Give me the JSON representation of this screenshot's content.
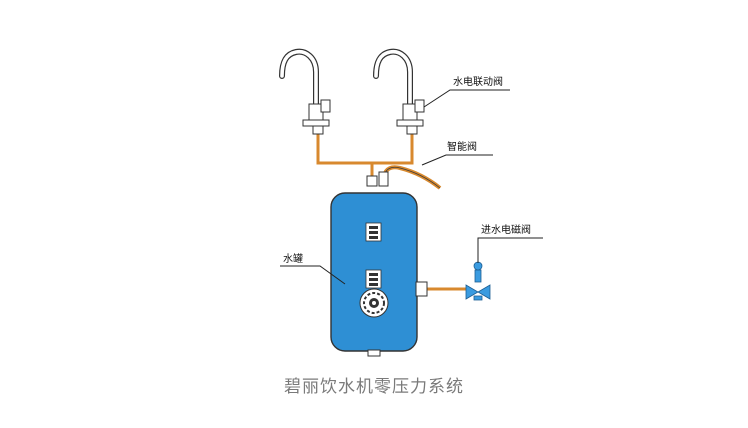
{
  "labels": {
    "linked_valve": "水电联动阀",
    "smart_valve": "智能阀",
    "inlet_solenoid_valve": "进水电磁阀",
    "water_tank": "水罐"
  },
  "caption": "碧丽饮水机零压力系统",
  "colors": {
    "tank_fill": "#2e8fd4",
    "tank_stroke": "#333333",
    "pipe": "#d8892e",
    "faucet": "#ffffff",
    "valve_blue": "#3a9be0",
    "label_line": "#222222",
    "caption": "#7a7a7a"
  },
  "icons": {
    "left_faucet": "faucet-icon",
    "right_faucet": "faucet-icon",
    "solenoid_valve": "valve-icon",
    "heater_element": "gear-icon"
  }
}
